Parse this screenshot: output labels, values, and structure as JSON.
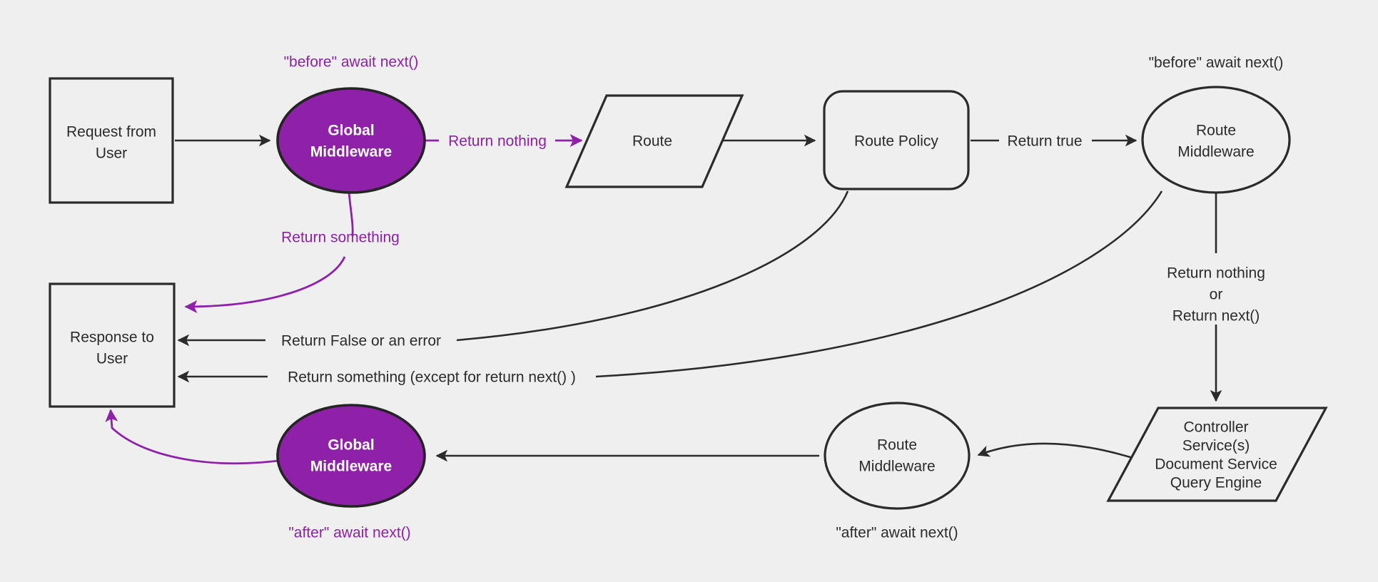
{
  "diagram": {
    "title": "Middleware request/response flow",
    "background_color": "#efefef",
    "accent_color": "#8e21a8",
    "line_color": "#2b2b2b",
    "nodes": {
      "request_from_user": {
        "line1": "Request from",
        "line2": "User",
        "shape": "rectangle"
      },
      "global_middleware_before": {
        "line1": "Global",
        "line2": "Middleware",
        "shape": "ellipse",
        "fill": "#8e21a8"
      },
      "route": {
        "line1": "Route",
        "shape": "parallelogram"
      },
      "route_policy": {
        "line1": "Route Policy",
        "shape": "rounded-rectangle"
      },
      "route_middleware_before": {
        "line1": "Route",
        "line2": "Middleware",
        "shape": "ellipse"
      },
      "controller": {
        "line1": "Controller",
        "line2": "Service(s)",
        "line3": "Document Service",
        "line4": "Query Engine",
        "shape": "parallelogram"
      },
      "route_middleware_after": {
        "line1": "Route",
        "line2": "Middleware",
        "shape": "ellipse"
      },
      "global_middleware_after": {
        "line1": "Global",
        "line2": "Middleware",
        "shape": "ellipse",
        "fill": "#8e21a8"
      },
      "response_to_user": {
        "line1": "Response to",
        "line2": "User",
        "shape": "rectangle"
      }
    },
    "annotations": {
      "before_await_next_global": "\"before\" await next()",
      "before_await_next_route": "\"before\" await next()",
      "after_await_next_global": "\"after\" await next()",
      "after_await_next_route": "\"after\" await next()"
    },
    "edge_labels": {
      "return_nothing": "Return nothing",
      "return_something": "Return something",
      "return_true": "Return true",
      "return_false_or_error": "Return False or an error",
      "return_something_except": "Return something (except for return next() )",
      "return_nothing_or_next_l1": "Return nothing",
      "return_nothing_or_next_l2": "or",
      "return_nothing_or_next_l3": "Return next()"
    }
  }
}
